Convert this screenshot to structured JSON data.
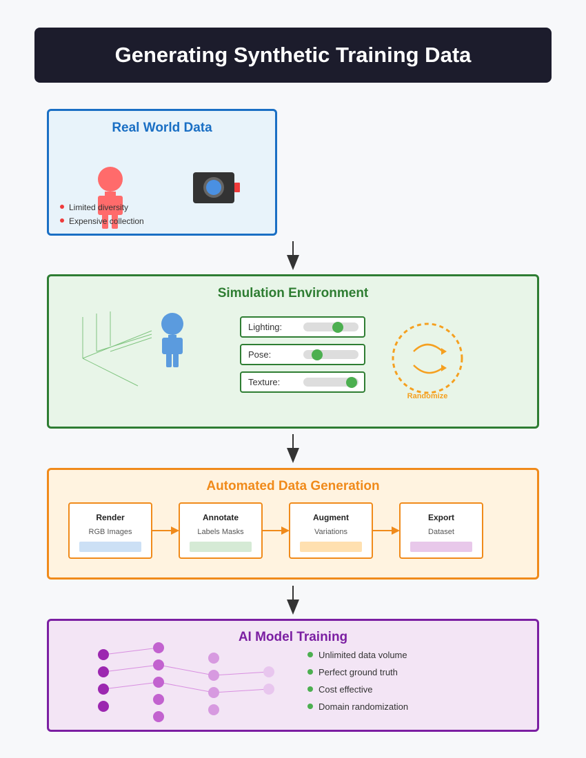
{
  "title": "Generating Synthetic Training Data",
  "real_world": {
    "title": "Real World Data",
    "bullets": [
      "Limited diversity",
      "Expensive collection"
    ]
  },
  "simulation": {
    "title": "Simulation Environment",
    "sliders": [
      {
        "label": "Lighting:",
        "level": 0.62
      },
      {
        "label": "Pose:",
        "level": 0.25
      },
      {
        "label": "Texture:",
        "level": 0.87
      }
    ],
    "randomize_label": "Randomize"
  },
  "automated": {
    "title": "Automated Data Generation",
    "steps": [
      {
        "title": "Render",
        "subtitle": "RGB Images",
        "color": "#cce0f5"
      },
      {
        "title": "Annotate",
        "subtitle": "Labels Masks",
        "color": "#d5ead5"
      },
      {
        "title": "Augment",
        "subtitle": "Variations",
        "color": "#ffe0b0"
      },
      {
        "title": "Export",
        "subtitle": "Dataset",
        "color": "#e8c8ea"
      }
    ]
  },
  "training": {
    "title": "AI Model Training",
    "benefits": [
      "Unlimited data volume",
      "Perfect ground truth",
      "Cost effective",
      "Domain randomization"
    ]
  },
  "colors": {
    "real_world": "#1a6fc4",
    "simulation": "#2e7d32",
    "automated": "#f08a1a",
    "training": "#7b1fa2"
  }
}
